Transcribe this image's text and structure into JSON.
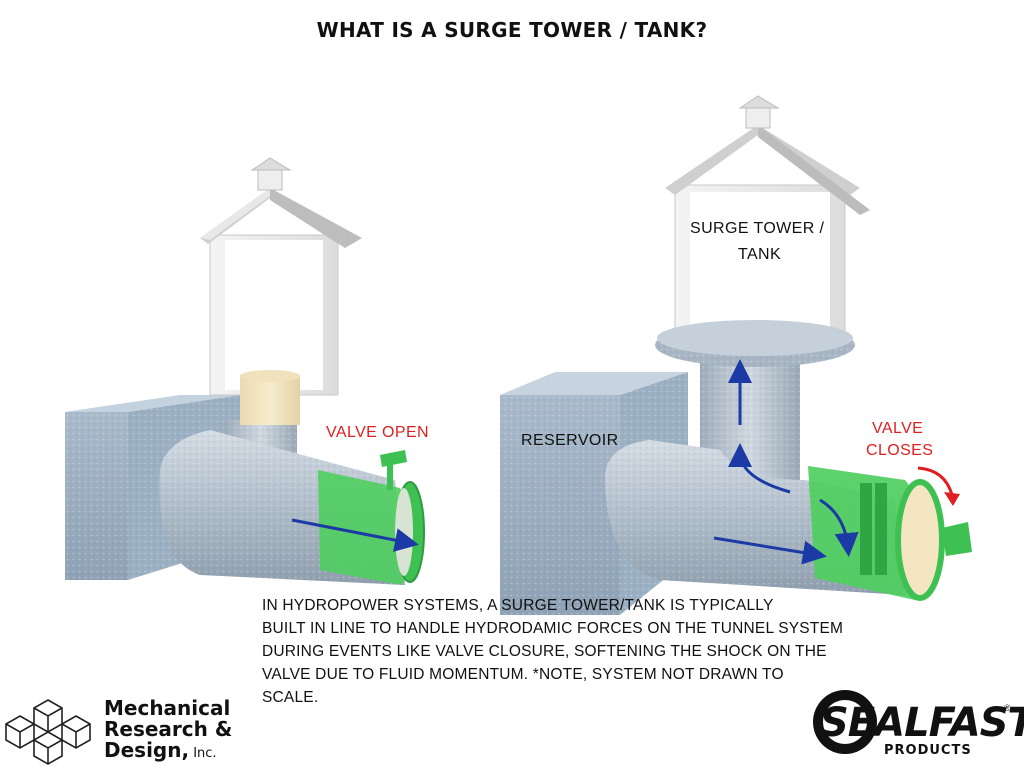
{
  "title": "WHAT IS A SURGE TOWER / TANK?",
  "labels": {
    "valve_open": "VALVE OPEN",
    "reservoir": "RESERVOIR",
    "surge_tower_line1": "SURGE TOWER /",
    "surge_tower_line2": "TANK",
    "valve_closes_line1": "VALVE",
    "valve_closes_line2": "CLOSES"
  },
  "description": {
    "lines": [
      "IN HYDROPOWER SYSTEMS, A SURGE TOWER/TANK IS TYPICALLY",
      "BUILT IN LINE TO HANDLE HYDRODAMIC FORCES ON THE TUNNEL SYSTEM",
      "DURING EVENTS LIKE VALVE CLOSURE, SOFTENING THE SHOCK ON THE",
      "VALVE DUE TO FLUID MOMENTUM. *NOTE, SYSTEM NOT DRAWN TO",
      "SCALE."
    ]
  },
  "logos": {
    "mrd": {
      "line1": "Mechanical",
      "line2": "Research &",
      "line3": "Design,",
      "inc": " Inc.",
      "icon": "isometric-cubes-icon"
    },
    "sealfast": {
      "word": "SEALFAST",
      "registered": "®",
      "products": "PRODUCTS"
    }
  },
  "colors": {
    "pipe": "#aab8c6",
    "valve_green": "#3fc052",
    "arrow_blue": "#1c3aa6",
    "label_red": "#e02020",
    "water_fill": "#f3e6c0"
  }
}
